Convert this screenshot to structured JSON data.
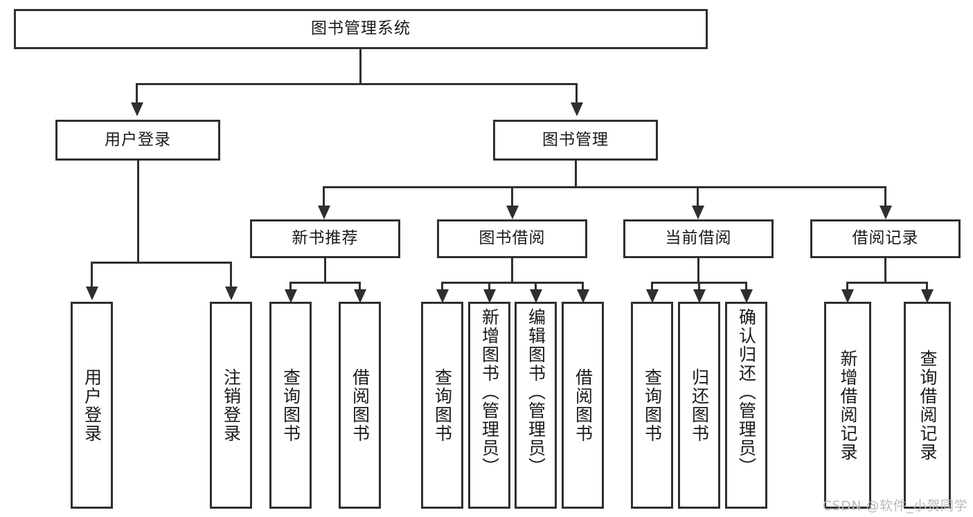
{
  "diagram": {
    "title": "图书管理系统",
    "type": "tree-hierarchy-chart",
    "root": {
      "label": "图书管理系统"
    },
    "level2": [
      {
        "label": "用户登录"
      },
      {
        "label": "图书管理"
      }
    ],
    "level3": [
      {
        "label": "新书推荐"
      },
      {
        "label": "图书借阅"
      },
      {
        "label": "当前借阅"
      },
      {
        "label": "借阅记录"
      }
    ],
    "leaves": {
      "user_login": [
        {
          "label": "用户登录"
        },
        {
          "label": "注销登录"
        }
      ],
      "new_book_recommend": [
        {
          "label": "查询图书"
        },
        {
          "label": "借阅图书"
        }
      ],
      "book_borrow": [
        {
          "label": "查询图书"
        },
        {
          "label": "新增图书（管理员）"
        },
        {
          "label": "编辑图书（管理员）"
        },
        {
          "label": "借阅图书"
        }
      ],
      "current_borrow": [
        {
          "label": "查询图书"
        },
        {
          "label": "归还图书"
        },
        {
          "label": "确认归还（管理员）"
        }
      ],
      "borrow_record": [
        {
          "label": "新增借阅记录"
        },
        {
          "label": "查询借阅记录"
        }
      ]
    }
  },
  "watermark": {
    "text": "CSDN @软件_小贺同学"
  },
  "colors": {
    "stroke": "#2f2f2f",
    "background": "#ffffff",
    "text": "#1a1a1a",
    "watermark": "#b9b9b9"
  }
}
